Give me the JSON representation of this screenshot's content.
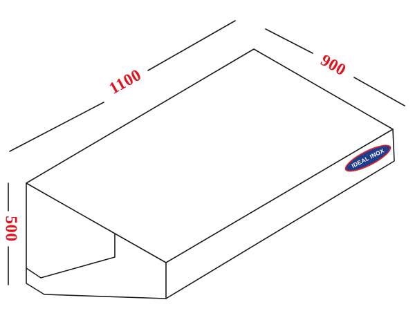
{
  "dimensions": {
    "length": "1100",
    "depth": "900",
    "height": "500"
  },
  "logo": {
    "text": "IDEAL INOX"
  },
  "colors": {
    "dimension_text": "#e0141e",
    "outline": "#1a1a1a",
    "logo_fill": "#1f3d8c",
    "logo_ring": "#d8262c",
    "background": "#ffffff"
  }
}
